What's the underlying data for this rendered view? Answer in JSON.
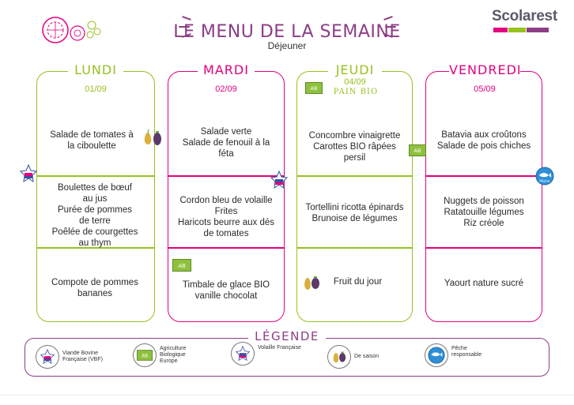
{
  "header": {
    "brand": "Scolarest",
    "title": "LE MENU DE LA SEMAINE",
    "subtitle": "Déjeuner",
    "colors": {
      "accent": "#8c3d86",
      "green": "#97c11f",
      "pink": "#e3007e"
    }
  },
  "days": [
    {
      "name": "LUNDI",
      "date": "01/09",
      "color": "#97c11f",
      "starter": [
        "Salade de tomates à",
        "la ciboulette"
      ],
      "main": [
        "Boulettes de bœuf",
        "au jus",
        "Purée de pommes",
        "de terre",
        "Poêlée de courgettes",
        "au thym"
      ],
      "dessert": [
        "Compote de pommes",
        "bananes"
      ]
    },
    {
      "name": "MARDI",
      "date": "02/09",
      "color": "#e3007e",
      "starter": [
        "Salade verte",
        "Salade de fenouil à la",
        "féta"
      ],
      "main": [
        "Cordon bleu de volaille",
        "Frites",
        "Haricots beurre aux dés",
        "de tomates"
      ],
      "dessert": [
        "Timbale de glace BIO",
        "vanille chocolat"
      ]
    },
    {
      "name": "JEUDI",
      "date": "04/09",
      "extra": "PAIN BIO",
      "color": "#97c11f",
      "starter": [
        "Concombre vinaigrette",
        "Carottes BIO râpées",
        "persil"
      ],
      "main": [
        "Tortellini ricotta épinards",
        "Brunoise de légumes"
      ],
      "dessert": [
        "Fruit du jour"
      ]
    },
    {
      "name": "VENDREDI",
      "date": "05/09",
      "color": "#e3007e",
      "starter": [
        "Batavia aux croûtons",
        "Salade de pois chiches"
      ],
      "main": [
        "Nuggets de poisson",
        "Ratatouille légumes",
        "Riz créole"
      ],
      "dessert": [
        "Yaourt nature sucré"
      ]
    }
  ],
  "badges": {
    "bio": "AB",
    "peche": "Pêche"
  },
  "legend": {
    "title": "LÉGENDE",
    "items": [
      {
        "icon": "viande-bovine-francaise-icon",
        "text": [
          "Viande Bovine",
          "Française (VBF)"
        ]
      },
      {
        "icon": "agriculture-biologique-icon",
        "text": [
          "Agriculture",
          "Biologique",
          "Europe"
        ]
      },
      {
        "icon": "volaille-francaise-icon",
        "text": [
          "Volaille Française"
        ]
      },
      {
        "icon": "de-saison-icon",
        "text": [
          "De saison"
        ]
      },
      {
        "icon": "peche-responsable-icon",
        "text": [
          "Pêche",
          "responsable"
        ]
      }
    ]
  }
}
